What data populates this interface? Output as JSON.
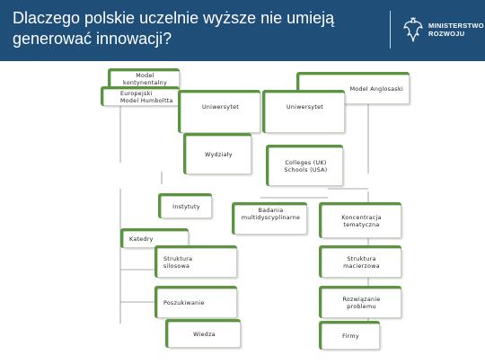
{
  "slide": {
    "title_line1": "Dlaczego polskie uczelnie wyższe nie umieją",
    "title_line2": "generować innowacji?",
    "ministry_line1": "MINISTERSTWO",
    "ministry_line2": "ROZWOJU",
    "logo_icon": "eagle-emblem-icon"
  },
  "colors": {
    "header_bg": "#1f4e79",
    "box_accent": "#5b9640",
    "connector": "#8a8f96"
  },
  "diagram": {
    "model_continental_line1": "Model",
    "model_continental_line2": "kontynentalny",
    "european": "Europejski",
    "humboldt": "Model Humboltta",
    "model_anglo": "Model Anglosaski",
    "uniwersytet_left": "Uniwersytet",
    "uniwersytet_right": "Uniwersytet",
    "wydzialy": "Wydziały",
    "colleges_line1": "Colleges (UK)",
    "colleges_line2": "Schools (USA)",
    "instytuty": "Instytuty",
    "badania_line1": "Badania",
    "badania_line2": "multidyscyplinarne",
    "koncentracja_line1": "Koncentracja",
    "koncentracja_line2": "tematyczna",
    "katedry": "Katedry",
    "struktura_silos_line1": "Struktura",
    "struktura_silos_line2": "silosowa",
    "struktura_mac_line1": "Struktura",
    "struktura_mac_line2": "macierzowa",
    "poszukiwanie": "Poszukiwanie",
    "rozwiazanie_line1": "Rozwiązanie",
    "rozwiazanie_line2": "problemu",
    "wiedza": "Wiedza",
    "firmy": "Firmy"
  }
}
